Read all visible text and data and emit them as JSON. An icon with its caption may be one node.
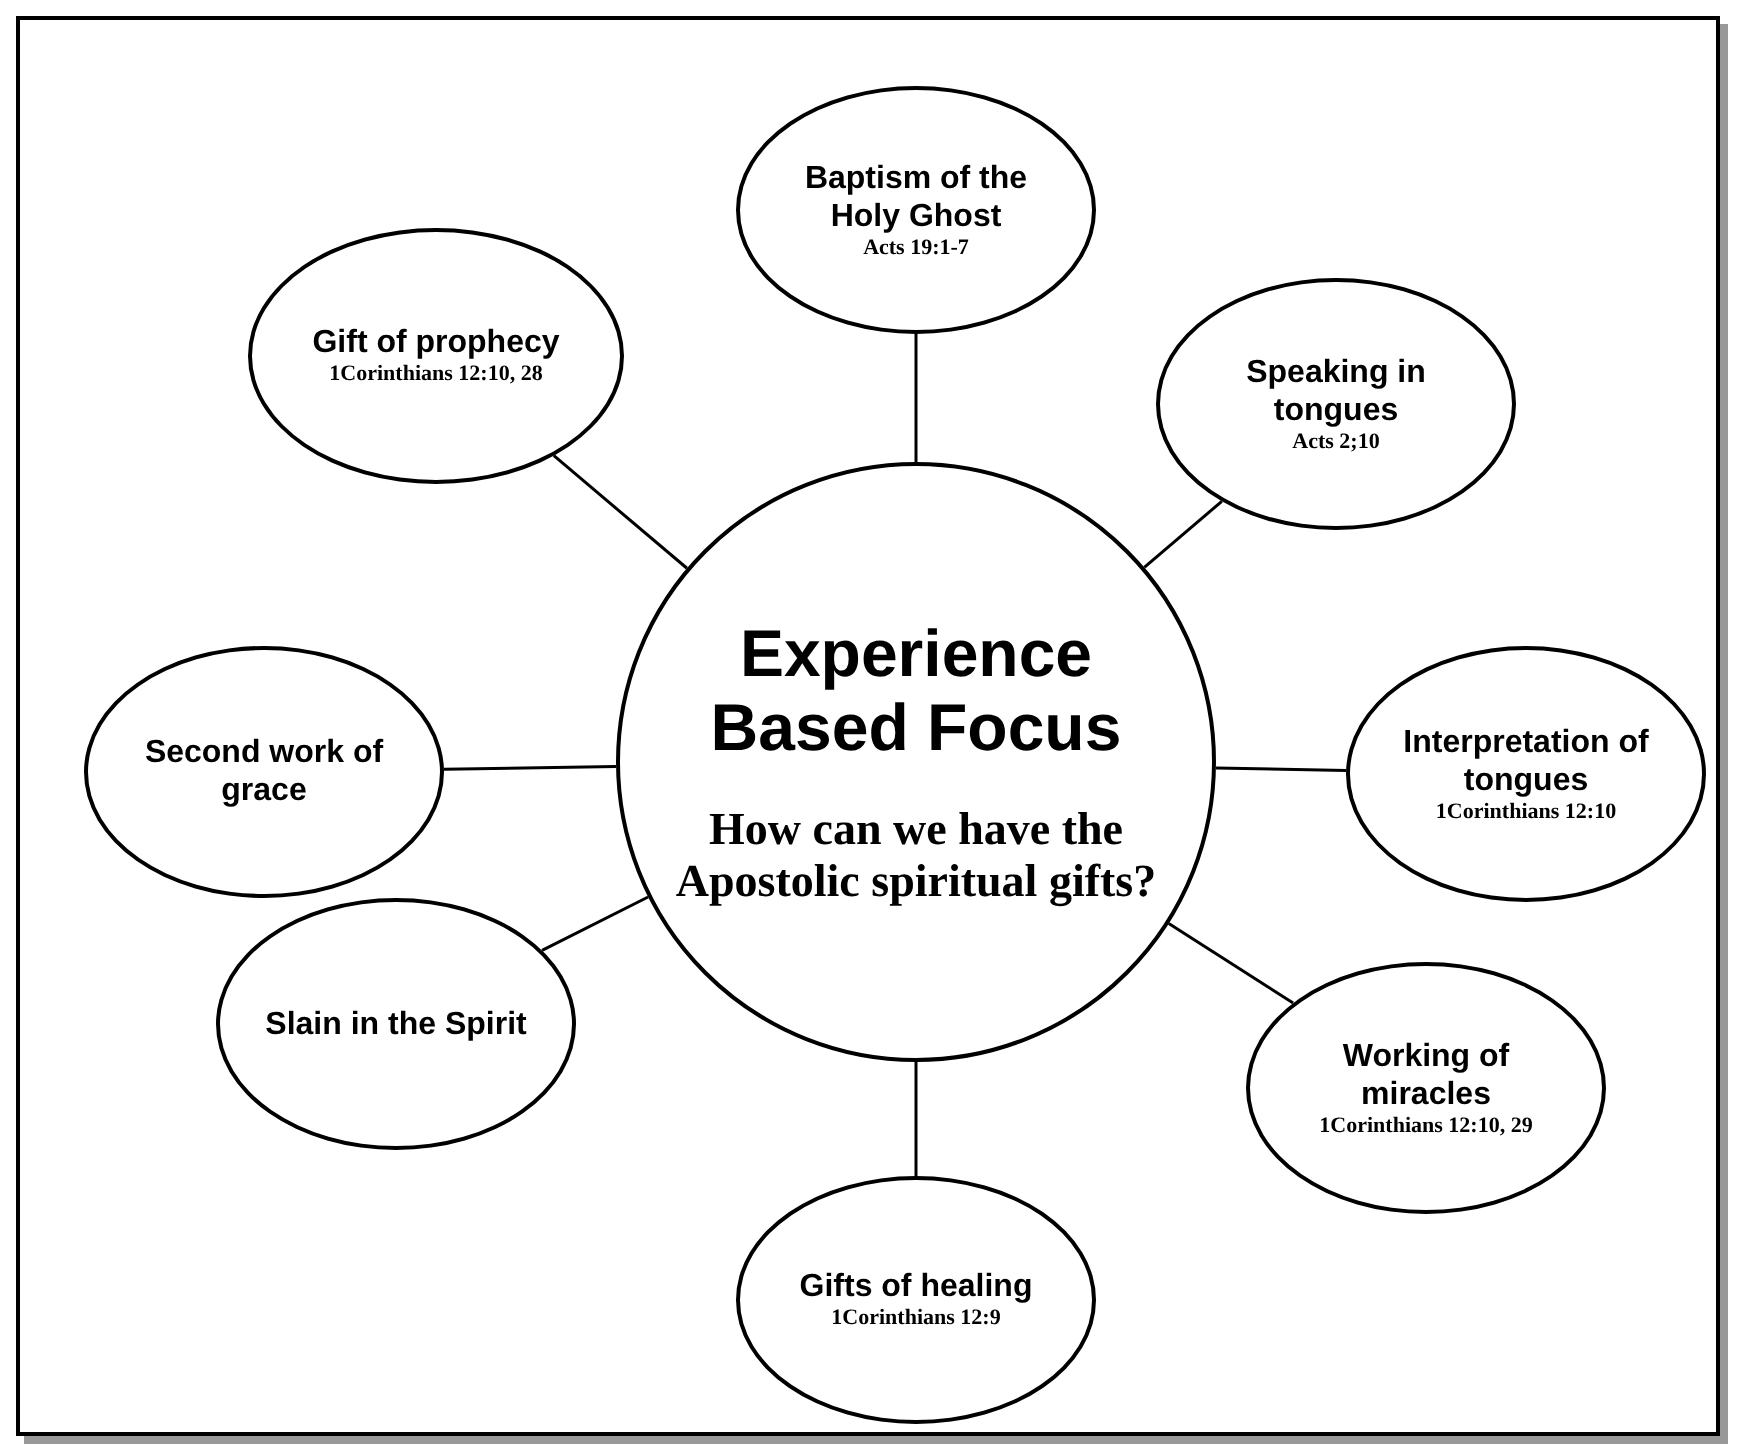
{
  "diagram": {
    "nodes": [
      {
        "text": [
          "Experience Based Focus",
          "How can we have the Apostolic spiritual gifts?"
        ]
      },
      {
        "text": [
          "Baptism of the Holy Ghost",
          "Acts 19:1-7"
        ]
      },
      {
        "text": [
          "Speaking in tongues",
          "Acts 2;10"
        ]
      },
      {
        "text": [
          "Interpretation of tongues",
          "1Corinthians 12:10"
        ]
      },
      {
        "text": [
          "Working of miracles",
          "1Corinthians 12:10, 29"
        ]
      },
      {
        "text": [
          "Gifts of healing",
          "1Corinthians 12:9"
        ]
      },
      {
        "text": [
          "Slain in the Spirit"
        ]
      },
      {
        "text": [
          "Second work of grace"
        ]
      },
      {
        "text": [
          "Gift of prophecy",
          "1Corinthians 12:10, 28"
        ]
      }
    ],
    "edges": [
      {
        "from": 0,
        "to": 1,
        "arrow": "none"
      },
      {
        "from": 0,
        "to": 2,
        "arrow": "none"
      },
      {
        "from": 0,
        "to": 3,
        "arrow": "none"
      },
      {
        "from": 0,
        "to": 4,
        "arrow": "none"
      },
      {
        "from": 0,
        "to": 5,
        "arrow": "none"
      },
      {
        "from": 0,
        "to": 6,
        "arrow": "none"
      },
      {
        "from": 0,
        "to": 7,
        "arrow": "none"
      },
      {
        "from": 0,
        "to": 8,
        "arrow": "none"
      }
    ]
  }
}
